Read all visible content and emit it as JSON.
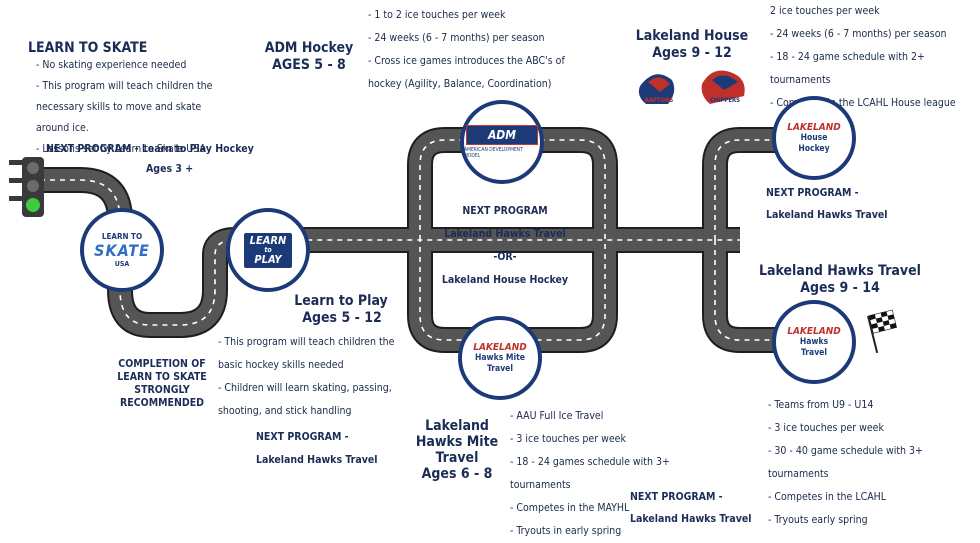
{
  "learn_to_skate": {
    "title": "LEARN TO SKATE",
    "bullets": [
      "- No skating experience needed",
      "- This program will teach children the",
      "necessary skills to move and skate around ice.",
      "- Lessons set by Learn to Skate USA"
    ],
    "next_line": "NEXT PROGRAM - Learn to Play Hockey",
    "ages": "Ages 3 +",
    "badge": {
      "top": "LEARN TO",
      "main": "SKATE",
      "bottom": "USA"
    },
    "recommendation": [
      "COMPLETION OF",
      "LEARN TO SKATE",
      "STRONGLY",
      "RECOMMENDED"
    ]
  },
  "learn_to_play": {
    "title": "Learn to Play",
    "ages": "Ages 5 - 12",
    "badge": {
      "top": "LEARN",
      "bottom": "PLAY",
      "mid": "to"
    },
    "bullets": [
      "- This program will teach children the",
      "basic hockey skills needed",
      "- Children will learn skating, passing,",
      "shooting, and stick handling"
    ],
    "next_label": "NEXT PROGRAM -",
    "next_value": "Lakeland Hawks Travel"
  },
  "adm": {
    "title": "ADM Hockey",
    "ages": "AGES 5 - 8",
    "bullets": [
      "- 1 to 2 ice touches per week",
      "- 24 weeks (6 - 7 months) per season",
      "- Cross ice games introduces the ABC's of",
      "hockey (Agility, Balance, Coordination)"
    ],
    "badge": {
      "logo": "ADM",
      "sub": "AMERICAN DEVELOPMENT MODEL"
    },
    "next": [
      "NEXT PROGRAM",
      "Lakeland Hawks Travel",
      "-OR-",
      "Lakeland House Hockey"
    ]
  },
  "mite": {
    "title": [
      "Lakeland",
      "Hawks Mite",
      "Travel"
    ],
    "ages": "Ages 6 - 8",
    "badge": {
      "logo": "LAKELAND",
      "sub": [
        "Hawks Mite",
        "Travel"
      ]
    },
    "bullets": [
      "- AAU Full Ice Travel",
      "- 3 ice touches per week",
      "- 18 - 24 games schedule with 3+ tournaments",
      "- Competes in the MAYHL",
      "- Tryouts in early spring"
    ],
    "next_label": "NEXT PROGRAM -",
    "next_value": "Lakeland Hawks Travel"
  },
  "house": {
    "title": "Lakeland House",
    "ages": "Ages 9 - 12",
    "team_logos": [
      "RAPTORS",
      "CHIPPERS"
    ],
    "bullets": [
      "2 ice touches per week",
      "- 24 weeks (6 - 7 months) per season",
      "- 18 - 24 game schedule with 2+ tournaments",
      "- Competes in the LCAHL House league"
    ],
    "badge": {
      "logo": "LAKELAND",
      "sub": [
        "House",
        "Hockey"
      ]
    },
    "next_label": "NEXT PROGRAM -",
    "next_value": "Lakeland Hawks Travel"
  },
  "travel": {
    "title": "Lakeland Hawks Travel",
    "ages": "Ages 9 - 14",
    "badge": {
      "logo": "LAKELAND",
      "sub": [
        "Hawks",
        "Travel"
      ]
    },
    "bullets": [
      "- Teams from U9 - U14",
      "- 3 ice touches per week",
      "- 30 - 40 game schedule with 3+",
      "tournaments",
      "- Competes in the LCAHL",
      "- Tryouts early spring"
    ]
  },
  "colors": {
    "navy": "#1d3a78",
    "road": "#4a4a4a",
    "red": "#c0302b",
    "green": "#3ecb3e"
  }
}
